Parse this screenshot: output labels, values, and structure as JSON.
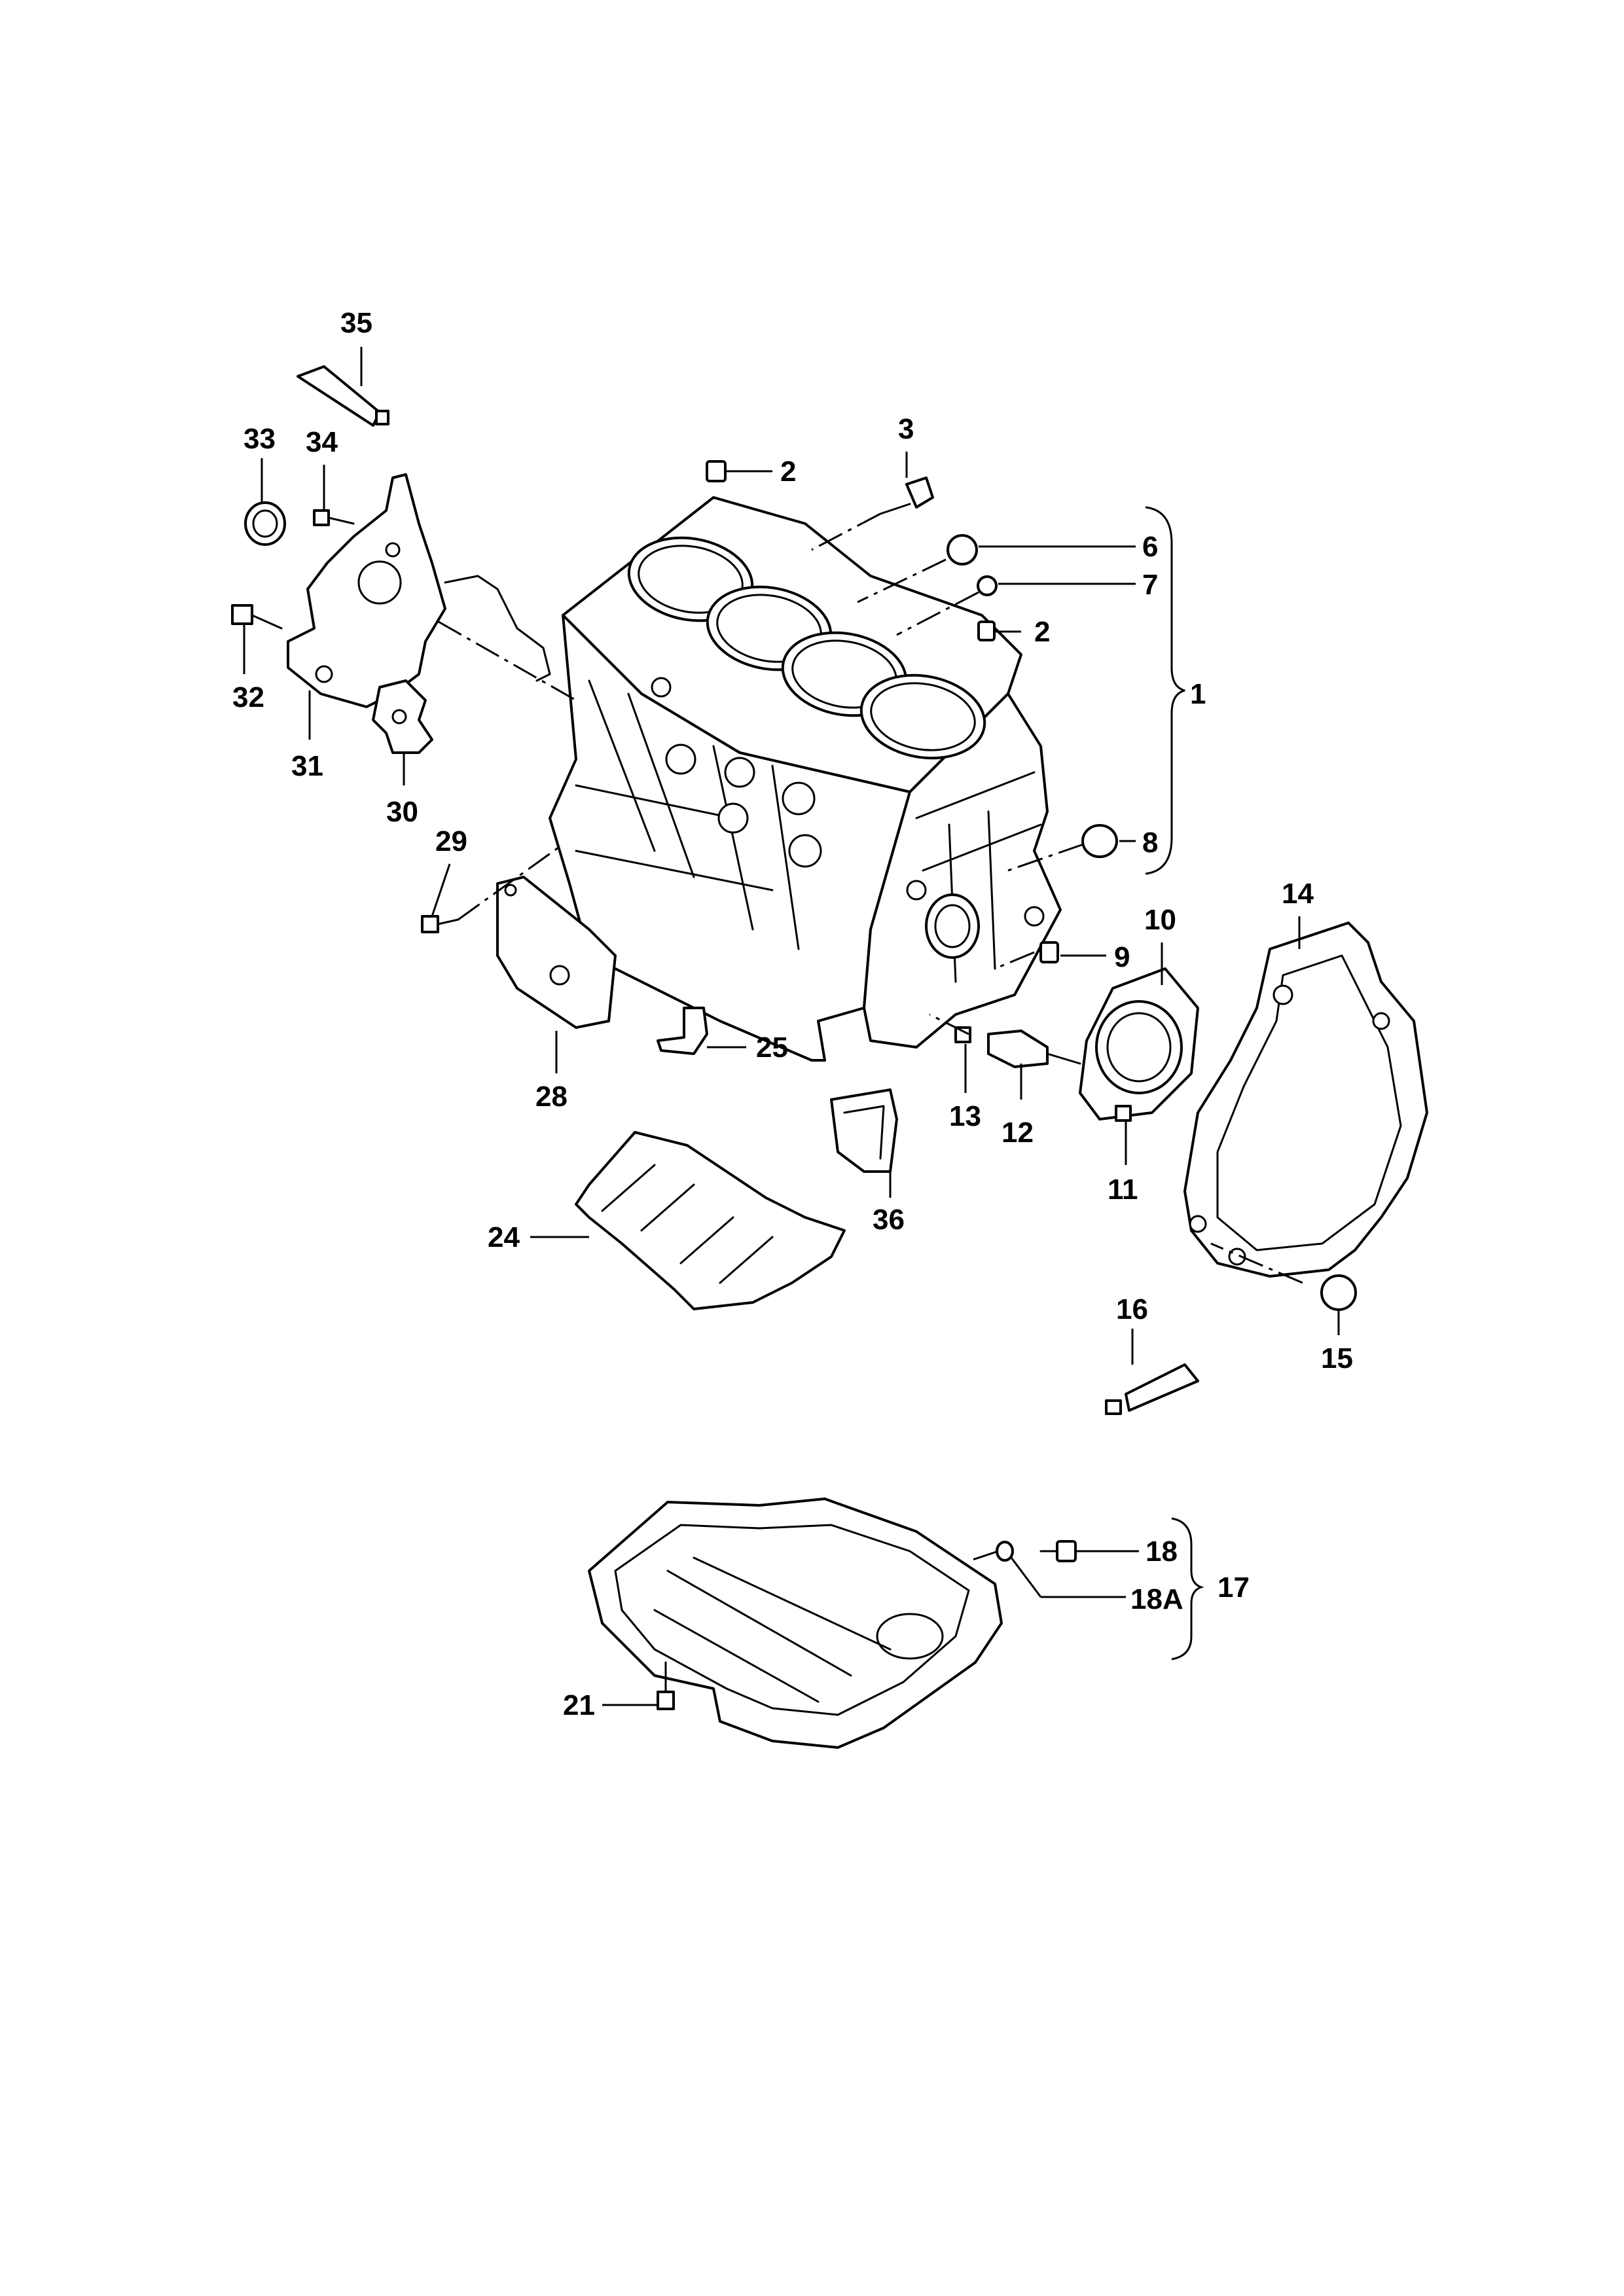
{
  "callouts": {
    "c1": "1",
    "c2a": "2",
    "c2b": "2",
    "c3": "3",
    "c6": "6",
    "c7": "7",
    "c8": "8",
    "c9": "9",
    "c10": "10",
    "c11": "11",
    "c12": "12",
    "c13": "13",
    "c14": "14",
    "c15": "15",
    "c16": "16",
    "c17": "17",
    "c18": "18",
    "c18a": "18A",
    "c21": "21",
    "c24": "24",
    "c25": "25",
    "c28": "28",
    "c29": "29",
    "c30": "30",
    "c31": "31",
    "c32": "32",
    "c33": "33",
    "c34": "34",
    "c35": "35",
    "c36": "36"
  },
  "colors": {
    "line": "#000000",
    "background": "#ffffff"
  }
}
